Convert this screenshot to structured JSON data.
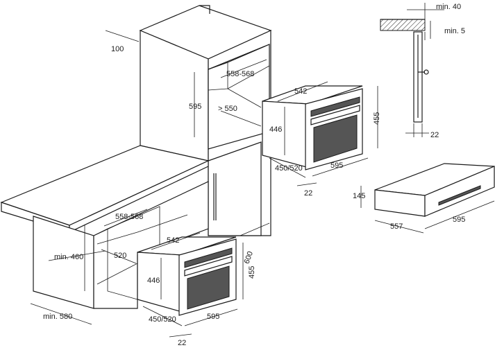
{
  "diagram": {
    "dimensions": {
      "tall_cabinet_depth": "100",
      "upper_niche_width": "558-568",
      "upper_niche_height": "595",
      "upper_niche_depth": "> 550",
      "upper_oven_width": "542",
      "upper_oven_height": "446",
      "upper_oven_depth": "450/520",
      "upper_oven_front_width": "595",
      "upper_oven_front_height": "455",
      "upper_oven_front_offset": "22",
      "lower_niche_width": "558-568",
      "lower_niche_depth_min": "min. 460",
      "lower_niche_depth": "520",
      "lower_niche_height_min": "min. 580",
      "lower_oven_width": "542",
      "lower_oven_height": "446",
      "lower_oven_depth": "450/520",
      "lower_oven_front_width": "595",
      "lower_oven_front_height": "455",
      "lower_oven_front_offset": "22",
      "column_depth": "600",
      "section_top_clearance": "min. 40",
      "section_side_clearance": "min. 5",
      "section_front_thickness": "22",
      "drawer_height": "145",
      "drawer_depth": "557",
      "drawer_width": "595"
    }
  }
}
